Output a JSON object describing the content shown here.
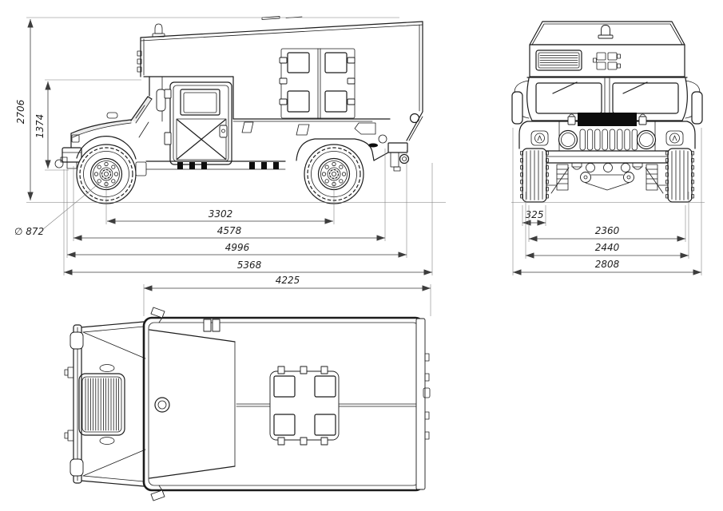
{
  "colors": {
    "background": "#ffffff",
    "outline": "#1c1c1c",
    "dim_line": "#3d3d3d",
    "dim_text": "#1f1f1f",
    "shade": "#ebebeb",
    "dark_fill": "#0d0d0d"
  },
  "side_view": {
    "dims": {
      "overall_height": "2706",
      "cab_height": "1374",
      "wheel_diameter": "∅ 872",
      "wheelbase": "3302",
      "body_length": "4578",
      "chassis_length": "4996",
      "overall_length": "5368"
    }
  },
  "front_view": {
    "dims": {
      "tire_width": "325",
      "track_width": "2360",
      "body_width": "2440",
      "overall_width": "2808"
    }
  },
  "top_view": {
    "dims": {
      "box_length": "4225"
    }
  }
}
